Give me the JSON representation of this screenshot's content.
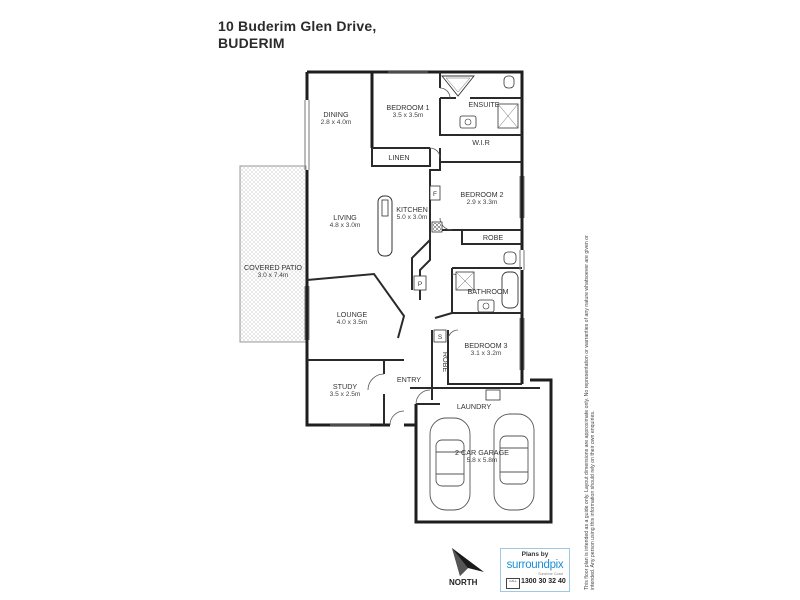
{
  "title": {
    "line1": "10 Buderim Glen Drive,",
    "line2": "BUDERIM"
  },
  "rooms": {
    "dining": {
      "name": "DINING",
      "dims": "2.8 x 4.0m"
    },
    "bedroom1": {
      "name": "BEDROOM 1",
      "dims": "3.5 x 3.5m"
    },
    "ensuite": {
      "name": "ENSUITE"
    },
    "wir": {
      "name": "W.I.R"
    },
    "linen": {
      "name": "LINEN"
    },
    "bedroom2": {
      "name": "BEDROOM 2",
      "dims": "2.9 x 3.3m"
    },
    "kitchen": {
      "name": "KITCHEN",
      "dims": "5.0 x 3.0m"
    },
    "living": {
      "name": "LIVING",
      "dims": "4.8 x 3.0m"
    },
    "robe2": {
      "name": "ROBE"
    },
    "covered_patio": {
      "name": "COVERED PATIO",
      "dims": "3.0 x 7.4m"
    },
    "bathroom": {
      "name": "BATHROOM"
    },
    "lounge": {
      "name": "LOUNGE",
      "dims": "4.0 x 3.5m"
    },
    "bedroom3": {
      "name": "BEDROOM 3",
      "dims": "3.1 x 3.2m"
    },
    "robe3": {
      "name": "ROBE"
    },
    "study": {
      "name": "STUDY",
      "dims": "3.5 x 2.5m"
    },
    "entry": {
      "name": "ENTRY"
    },
    "laundry": {
      "name": "LAUNDRY"
    },
    "garage": {
      "name": "2 CAR GARAGE",
      "dims": "5.8 x 5.8m"
    }
  },
  "markers": {
    "fridge": "F",
    "pantry": "P",
    "storage": "S"
  },
  "north": "NORTH",
  "logo": {
    "plans_by": "Plans by",
    "brand": "surroundpix",
    "sub": "Sunshine Coast",
    "phone": "1300 30 32 40",
    "phone_box": "CALL"
  },
  "disclaimer": "This floor plan is intended as a guide only. Layout dimensions are approximate only. No representation or warranties of any nature whatsoever are given or intended. Any person using this information should rely on their own enquiries."
}
